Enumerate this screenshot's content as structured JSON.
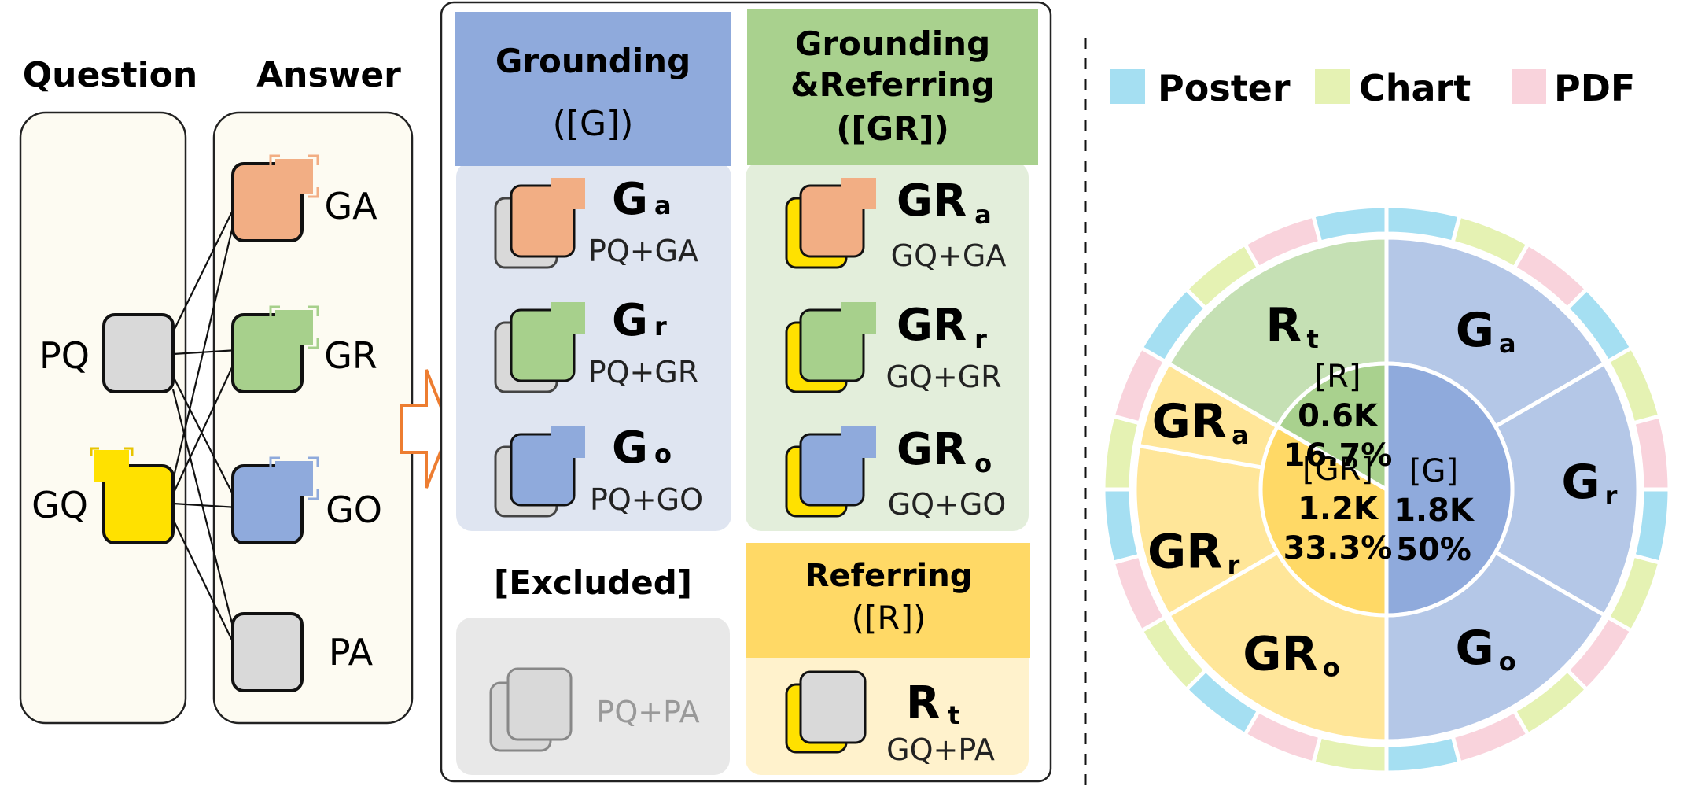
{
  "left": {
    "question_header": "Question",
    "answer_header": "Answer",
    "questions": [
      {
        "label": "PQ"
      },
      {
        "label": "GQ"
      }
    ],
    "answers": [
      {
        "label": "GA"
      },
      {
        "label": "GR"
      },
      {
        "label": "GO"
      },
      {
        "label": "PA"
      }
    ]
  },
  "middle": {
    "grounding": {
      "title_line1": "Grounding",
      "title_line2": "([G])",
      "items": [
        {
          "symbol": "G",
          "sub": "a",
          "combo": "PQ+GA"
        },
        {
          "symbol": "G",
          "sub": "r",
          "combo": "PQ+GR"
        },
        {
          "symbol": "G",
          "sub": "o",
          "combo": "PQ+GO"
        }
      ]
    },
    "grounding_referring": {
      "title_line1": "Grounding",
      "title_line2": "&Referring",
      "title_line3": "([GR])",
      "items": [
        {
          "symbol": "GR",
          "sub": "a",
          "combo": "GQ+GA"
        },
        {
          "symbol": "GR",
          "sub": "r",
          "combo": "GQ+GR"
        },
        {
          "symbol": "GR",
          "sub": "o",
          "combo": "GQ+GO"
        }
      ]
    },
    "excluded": {
      "title": "[Excluded]",
      "combo": "PQ+PA"
    },
    "referring": {
      "title_line1": "Referring",
      "title_line2": "([R])",
      "item": {
        "symbol": "R",
        "sub": "t",
        "combo": "GQ+PA"
      }
    }
  },
  "right": {
    "legend": [
      {
        "label": "Poster",
        "color": "#a5dff2"
      },
      {
        "label": "Chart",
        "color": "#e5f2b3"
      },
      {
        "label": "PDF",
        "color": "#f9d3dc"
      }
    ],
    "inner": [
      {
        "label": "[G]",
        "count": "1.8K",
        "percent": "50%"
      },
      {
        "label": "[GR]",
        "count": "1.2K",
        "percent": "33.3%"
      },
      {
        "label": "[R]",
        "count": "0.6K",
        "percent": "16.7%"
      }
    ],
    "middle_ring": [
      {
        "symbol": "G",
        "sub": "a"
      },
      {
        "symbol": "G",
        "sub": "r"
      },
      {
        "symbol": "G",
        "sub": "o"
      },
      {
        "symbol": "GR",
        "sub": "o"
      },
      {
        "symbol": "GR",
        "sub": "r"
      },
      {
        "symbol": "GR",
        "sub": "a"
      },
      {
        "symbol": "R",
        "sub": "t"
      }
    ]
  }
}
